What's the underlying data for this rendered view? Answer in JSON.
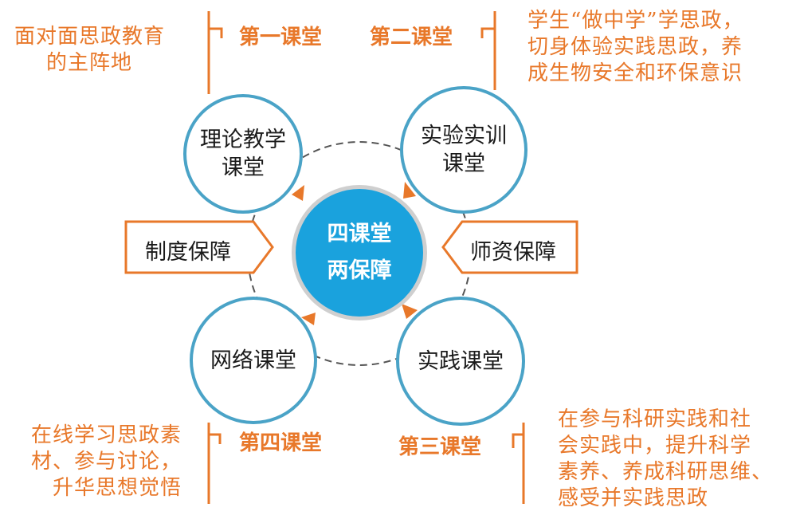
{
  "center": {
    "line1": "四课堂",
    "line2": "两保障"
  },
  "circles": {
    "top_left": {
      "line1": "理论教学",
      "line2": "课堂"
    },
    "top_right": {
      "line1": "实验实训",
      "line2": "课堂"
    },
    "bottom_left": {
      "line1": "网络课堂"
    },
    "bottom_right": {
      "line1": "实践课堂"
    }
  },
  "labels": {
    "first": "第一课堂",
    "second": "第二课堂",
    "third": "第三课堂",
    "fourth": "第四课堂"
  },
  "descriptions": {
    "first": [
      "面对面思政教育",
      "的主阵地"
    ],
    "second": [
      "学生“做中学”学思政，",
      "切身体验实践思政，养",
      "成生物安全和环保意识"
    ],
    "third": [
      "在参与科研实践和社",
      "会实践中，提升科学",
      "素养、养成科研思维、",
      "感受并实践思政"
    ],
    "fourth": [
      "在线学习思政素",
      "材、参与讨论，",
      "升华思想觉悟"
    ]
  },
  "guarantees": {
    "left": "制度保障",
    "right": "师资保障"
  },
  "colors": {
    "accent": "#e8782a",
    "circle_border": "#4aa3c7",
    "center_fill": "#1aa2dd"
  }
}
